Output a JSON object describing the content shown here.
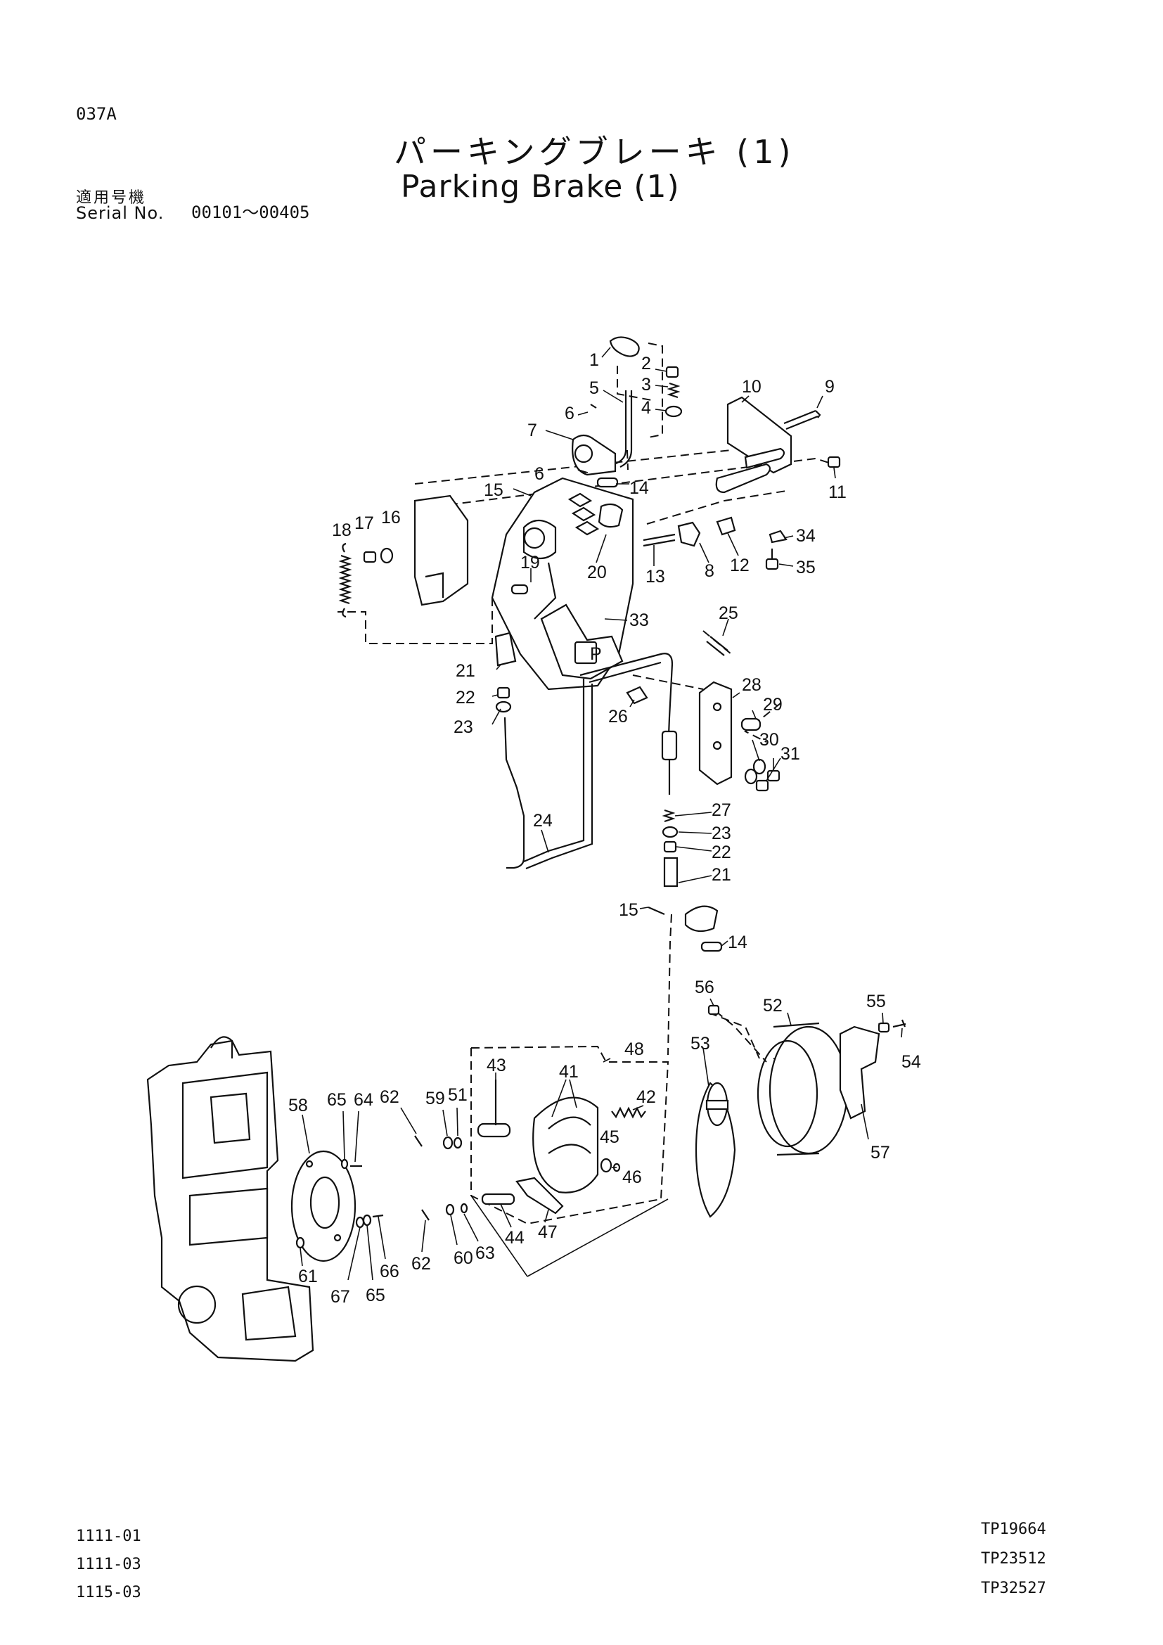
{
  "page_code": "037A",
  "title_jp": "パーキングブレーキ (1)",
  "title_en": "Parking Brake (1)",
  "serial_label_jp": "適用号機",
  "serial_label_en": "Serial No.",
  "serial_range": "00101～00405",
  "bottom_codes_left": [
    "1111-01",
    "1111-03",
    "1115-03"
  ],
  "bottom_codes_right": [
    "TP19664",
    "TP23512",
    "TP32527"
  ],
  "pedal_mark": "P",
  "part_labels": [
    "1",
    "2",
    "3",
    "4",
    "5",
    "6",
    "7",
    "9",
    "10",
    "11",
    "15",
    "6",
    "14",
    "18",
    "17",
    "16",
    "19",
    "20",
    "33",
    "13",
    "8",
    "12",
    "34",
    "35",
    "25",
    "21",
    "22",
    "23",
    "28",
    "29",
    "26",
    "30",
    "31",
    "24",
    "27",
    "23",
    "22",
    "21",
    "15",
    "14",
    "56",
    "55",
    "52",
    "54",
    "53",
    "48",
    "43",
    "41",
    "42",
    "58",
    "65",
    "64",
    "62",
    "59",
    "51",
    "45",
    "46",
    "57",
    "61",
    "62",
    "60",
    "63",
    "44",
    "47",
    "67",
    "65",
    "66"
  ]
}
